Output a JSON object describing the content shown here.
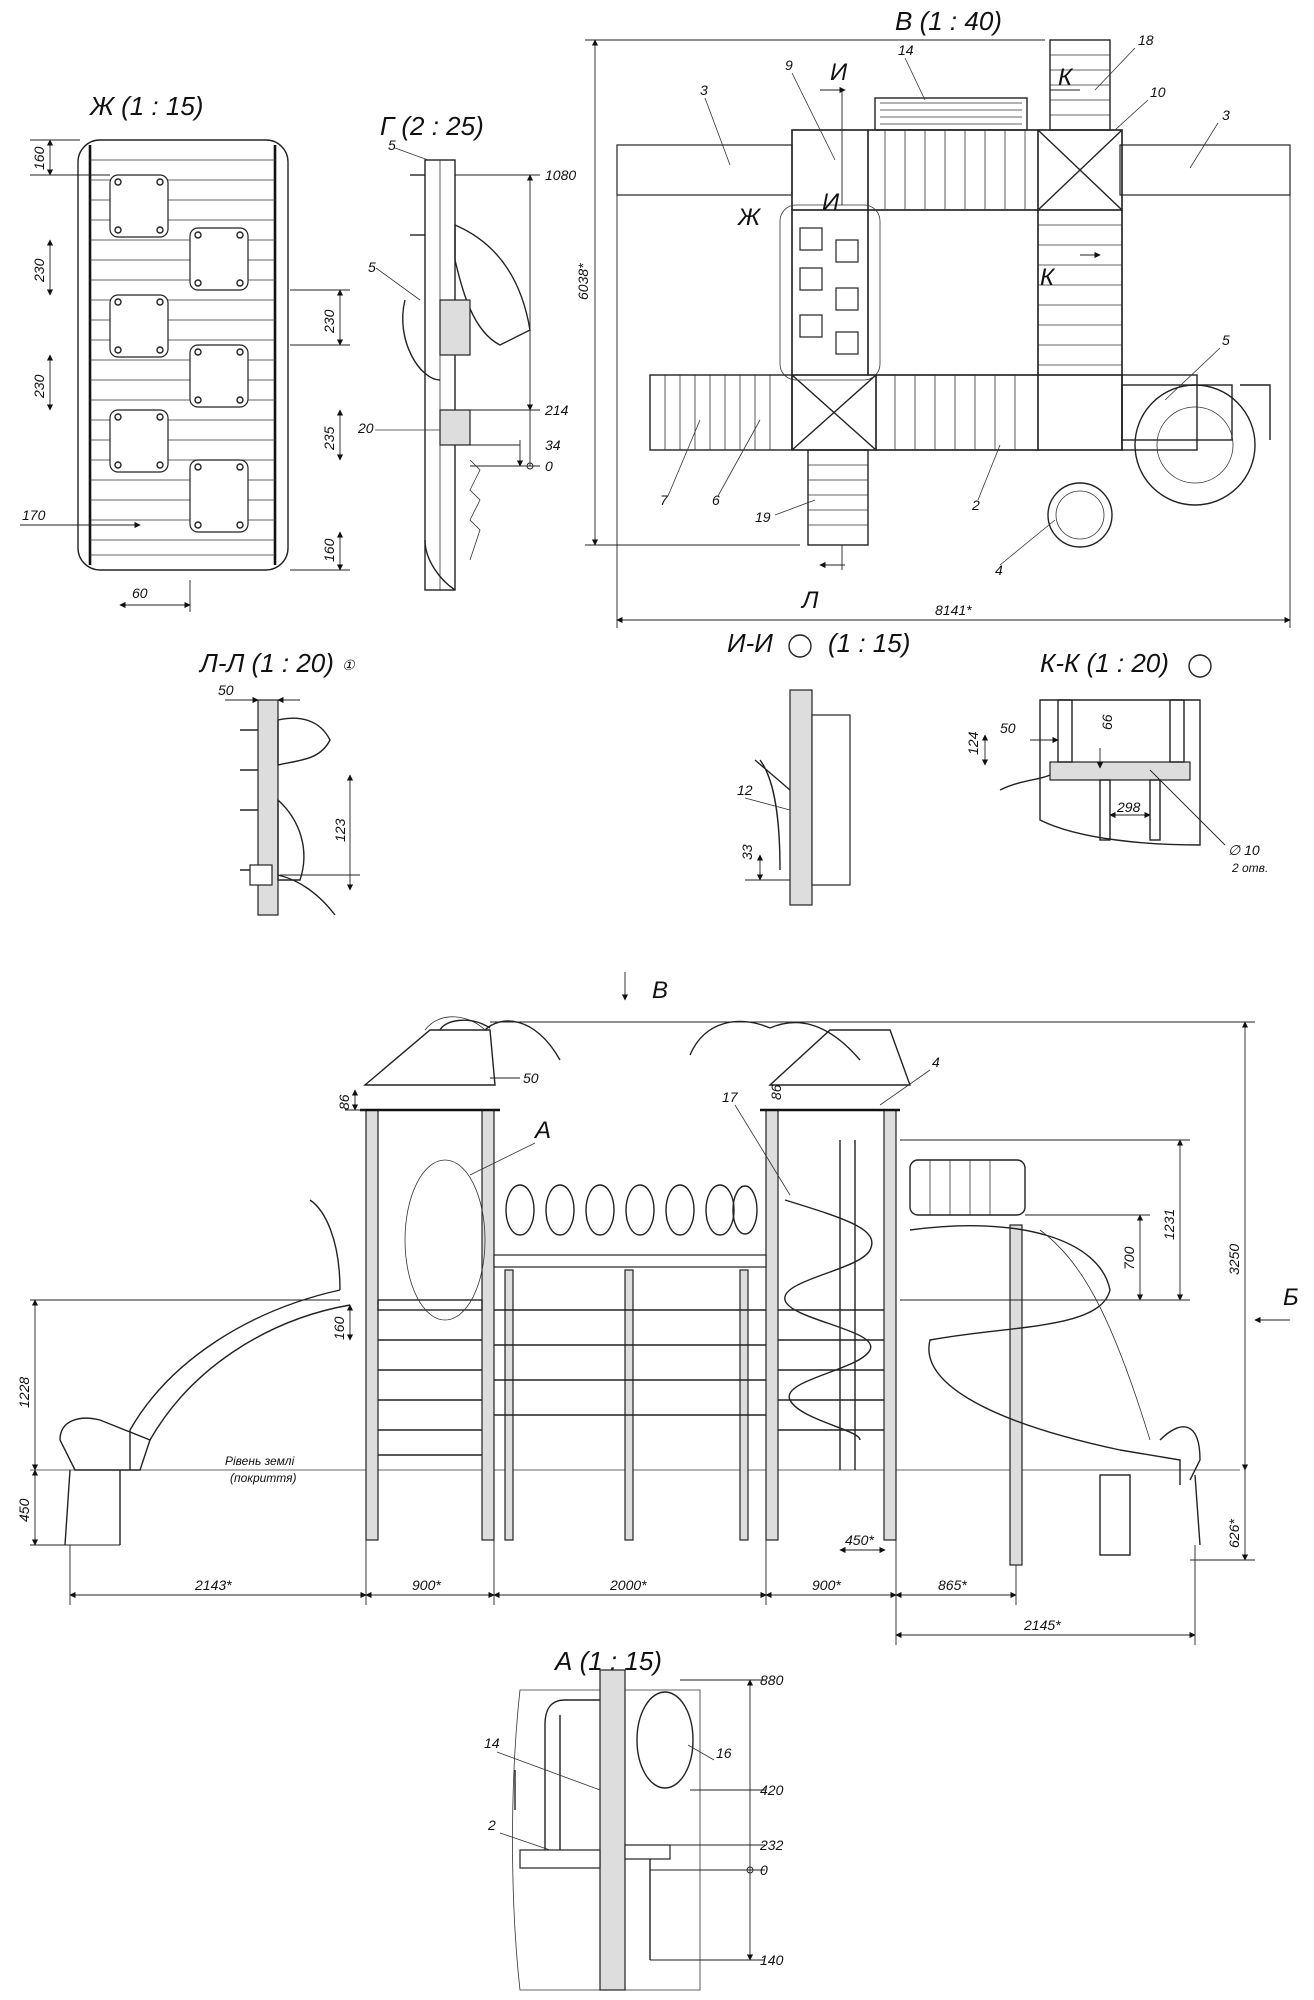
{
  "views": {
    "zh": {
      "title": "Ж (1 : 15)"
    },
    "g": {
      "title": "Г (2 : 25)"
    },
    "v": {
      "title": "В (1 : 40)"
    },
    "ll": {
      "title": "Л-Л (1 : 20)"
    },
    "ii": {
      "title": "И-И",
      "scale": "(1 : 15)"
    },
    "kk": {
      "title": "К-К (1 : 20)"
    },
    "a": {
      "title": "А (1 : 15)"
    }
  },
  "dims": {
    "zh_160a": "160",
    "zh_230a": "230",
    "zh_230b": "230",
    "zh_230r": "230",
    "zh_235": "235",
    "zh_160b": "160",
    "zh_170": "170",
    "zh_60": "60",
    "g_1080": "1080",
    "g_214": "214",
    "g_34": "34",
    "g_0": "0",
    "v_6038": "6038*",
    "v_8141": "8141*",
    "ll_50": "50",
    "ll_123": "123",
    "ii_33": "33",
    "kk_124": "124",
    "kk_50": "50",
    "kk_66": "66",
    "kk_298": "298",
    "kk_d10": "∅ 10",
    "kk_holes": "2 отв.",
    "f_86a": "86",
    "f_50": "50",
    "f_86b": "86",
    "f_160": "160",
    "f_1228": "1228",
    "f_450": "450",
    "f_700": "700",
    "f_1231": "1231",
    "f_3250": "3250",
    "f_626": "626*",
    "f_450b": "450*",
    "f_2143": "2143*",
    "f_900a": "900*",
    "f_2000": "2000*",
    "f_900b": "900*",
    "f_865": "865*",
    "f_2145": "2145*",
    "a_880": "880",
    "a_420": "420",
    "a_232": "232",
    "a_0": "0",
    "a_140": "140"
  },
  "parts": {
    "p3a": "3",
    "p3b": "3",
    "p9": "9",
    "p14": "14",
    "p18": "18",
    "p10": "10",
    "p5": "5",
    "p7": "7",
    "p6": "6",
    "p2": "2",
    "p19": "19",
    "p4": "4",
    "g5a": "5",
    "g5b": "5",
    "g20": "20",
    "ii12": "12",
    "f4": "4",
    "f17": "17",
    "a14": "14",
    "a16": "16",
    "a2": "2"
  },
  "markers": {
    "I_top": "И",
    "I_mid": "И",
    "K_top": "К",
    "K_mid": "К",
    "Zh": "Ж",
    "L": "Л",
    "ll_circ": "①",
    "B": "В",
    "B_side": "Б",
    "A": "А"
  },
  "notes": {
    "ground": "Рівень землі",
    "cover": "(покриття)"
  }
}
